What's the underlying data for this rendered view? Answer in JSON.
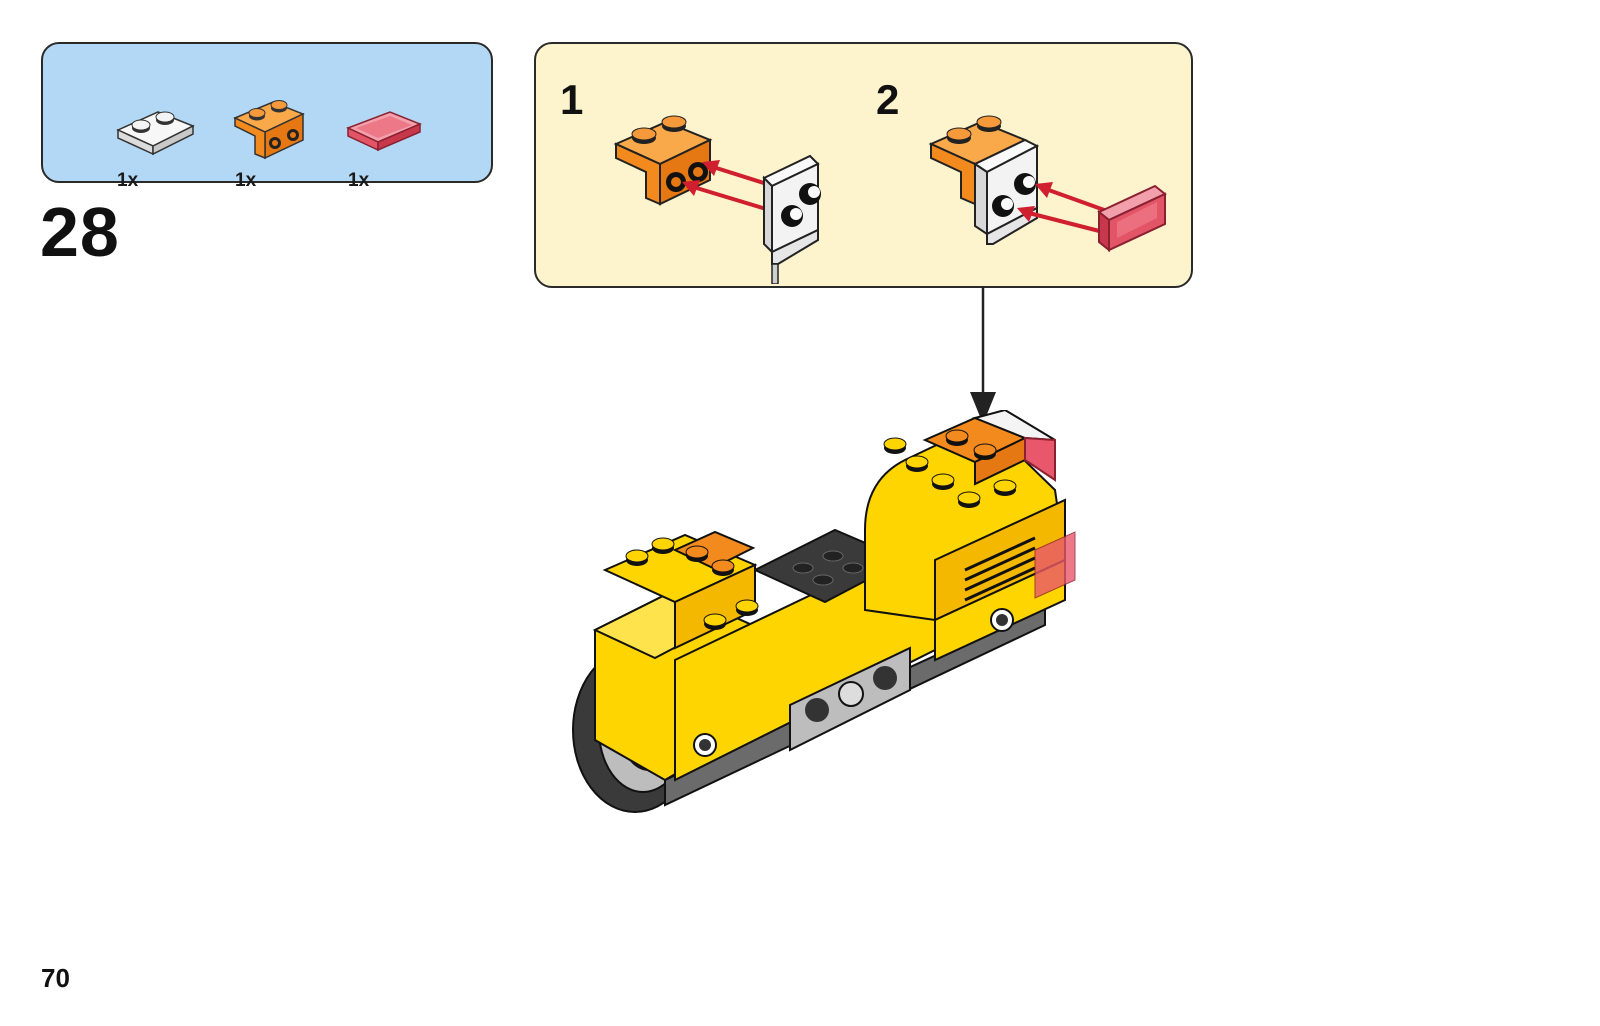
{
  "parts_list": {
    "items": [
      {
        "icon": "white-plate-with-bracket-icon",
        "quantity": "1x",
        "color": "#f2f2f2"
      },
      {
        "icon": "orange-bracket-icon",
        "quantity": "1x",
        "color": "#f28a1e"
      },
      {
        "icon": "trans-red-tile-icon",
        "quantity": "1x",
        "color": "#e8576b"
      }
    ]
  },
  "step": {
    "number": "28"
  },
  "sub_steps": [
    {
      "number": "1"
    },
    {
      "number": "2"
    }
  ],
  "page": {
    "number": "70"
  },
  "colors": {
    "parts_box_bg": "#b3d8f5",
    "sub_box_bg": "#fdf3cd",
    "yellow": "#ffd500",
    "orange": "#f28a1e",
    "arrow_red": "#d01f2f"
  }
}
